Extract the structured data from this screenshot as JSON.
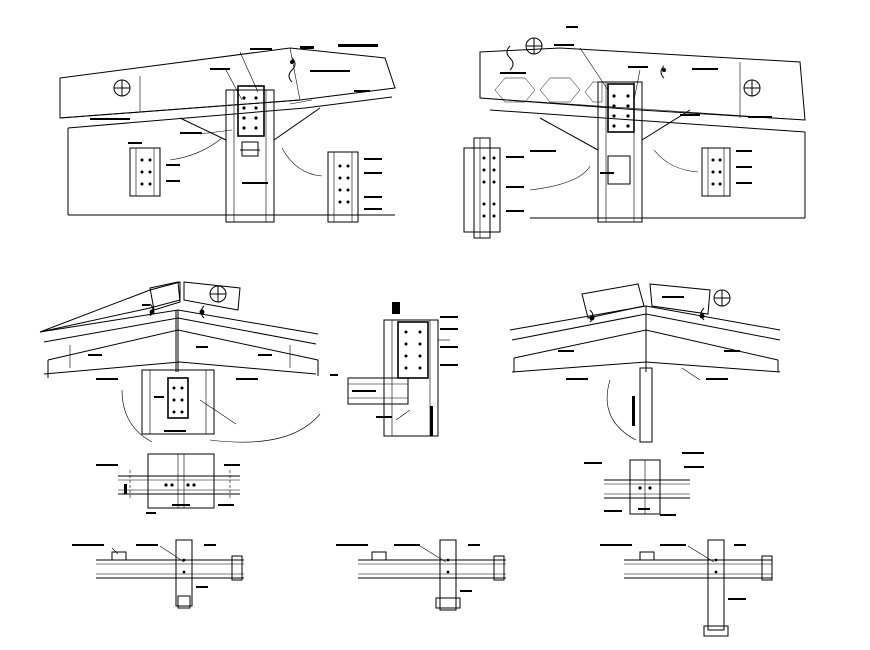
{
  "sheet": {
    "background": "#ffffff",
    "ink": "#000000"
  },
  "details": [
    {
      "id": "eave-connection-left",
      "text": ""
    },
    {
      "id": "eave-connection-right",
      "text": ""
    },
    {
      "id": "ridge-connection-left",
      "text": ""
    },
    {
      "id": "knee-connection-center",
      "text": ""
    },
    {
      "id": "ridge-connection-right",
      "text": ""
    },
    {
      "id": "plan-detail-left",
      "text": ""
    },
    {
      "id": "plan-detail-right",
      "text": ""
    },
    {
      "id": "bottom-detail-1",
      "text": ""
    },
    {
      "id": "bottom-detail-2",
      "text": ""
    },
    {
      "id": "bottom-detail-3",
      "text": ""
    }
  ],
  "icons": [
    "section-marker-icon",
    "bolt-icon",
    "weld-symbol-icon",
    "leader-arrow-icon"
  ]
}
